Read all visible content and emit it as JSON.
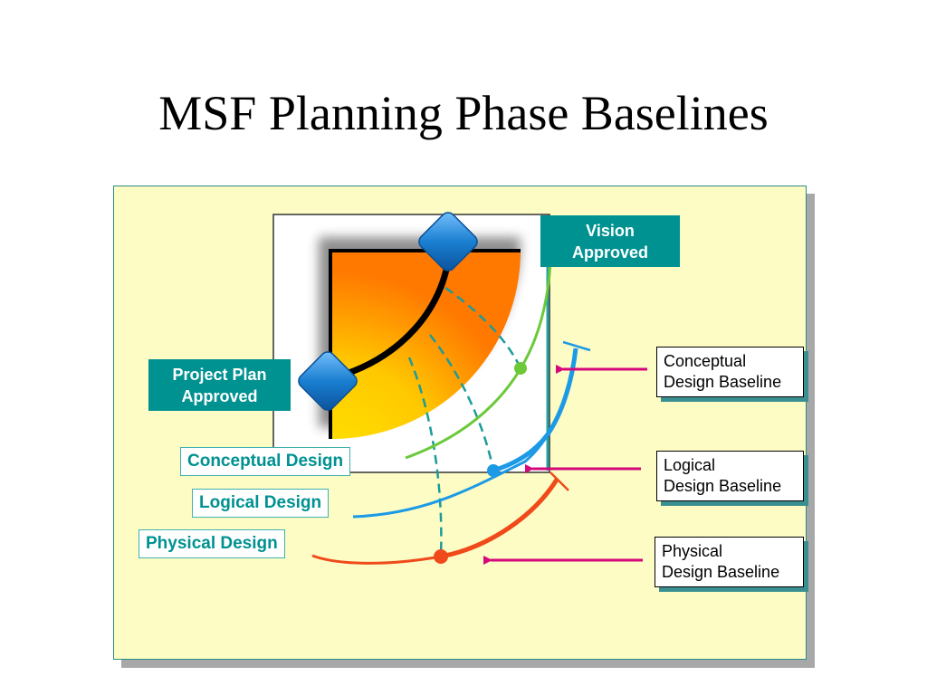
{
  "slide": {
    "title": "MSF Planning Phase Baselines"
  },
  "milestones": {
    "vision": {
      "line1": "Vision",
      "line2": "Approved"
    },
    "project_plan": {
      "line1": "Project Plan",
      "line2": "Approved"
    }
  },
  "phases": {
    "conceptual": "Conceptual Design",
    "logical": "Logical Design",
    "physical": "Physical Design"
  },
  "baselines": {
    "conceptual": {
      "line1": "Conceptual",
      "line2": "Design Baseline"
    },
    "logical": {
      "line1": "Logical",
      "line2": "Design Baseline"
    },
    "physical": {
      "line1": "Physical",
      "line2": "Design Baseline"
    }
  },
  "colors": {
    "teal": "#009191",
    "panel": "#fdfcc5",
    "green": "#6cc93a",
    "blue": "#1c9ae6",
    "orange_red": "#f04a1a",
    "arrow": "#d4087a",
    "diamond": "#1a7fd1"
  }
}
